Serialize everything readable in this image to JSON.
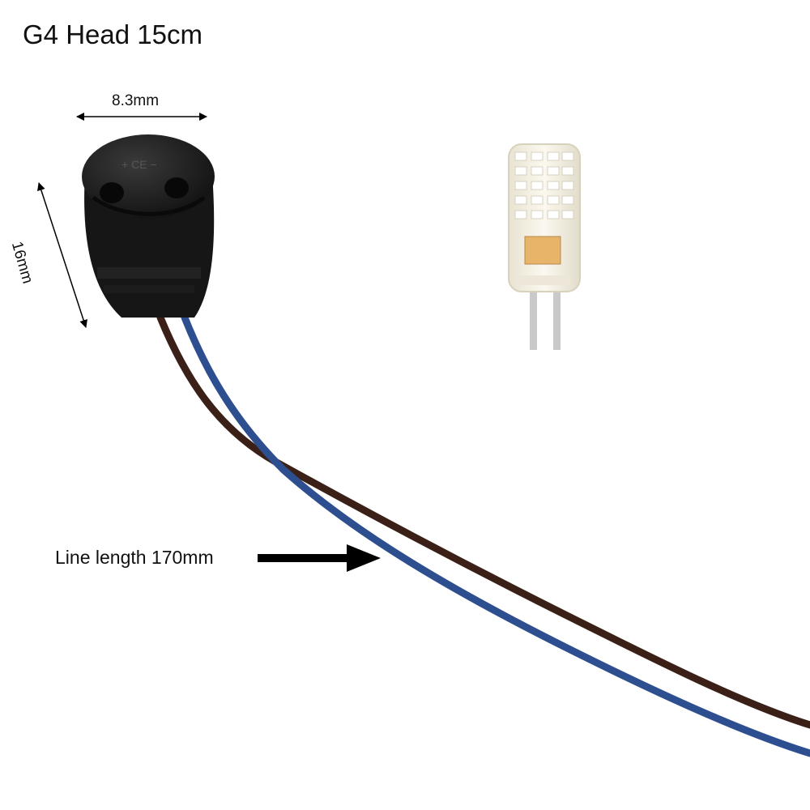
{
  "title": "G4 Head 15cm",
  "dimensions": {
    "width_label": "8.3mm",
    "height_label": "16mm"
  },
  "callout": {
    "label": "Line length 170mm"
  },
  "colors": {
    "socket": "#1e1e1e",
    "wire_blue": "#2e4f8f",
    "wire_brown": "#3b2018",
    "bulb_body": "#f4efe0",
    "bulb_pins": "#c9c9c9",
    "arrow": "#000000"
  }
}
